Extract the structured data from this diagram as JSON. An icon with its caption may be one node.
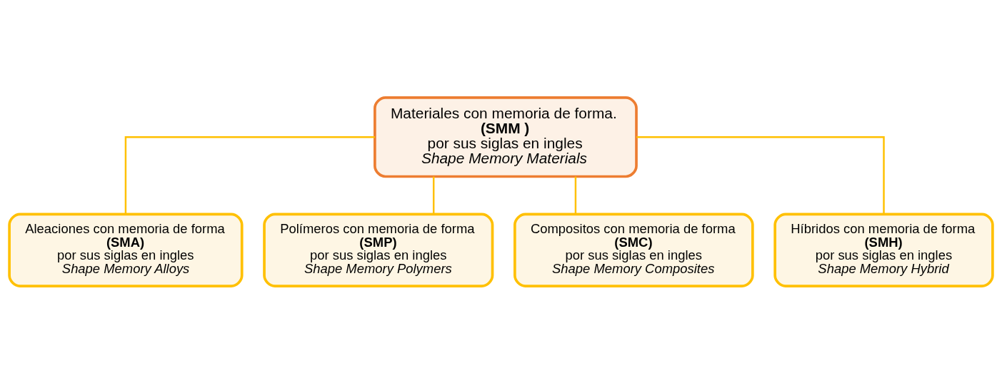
{
  "diagram": {
    "nodes": [
      {
        "text": [
          "Materiales con memoria de forma.",
          "(SMM )",
          "por sus siglas en ingles",
          "Shape Memory Materials"
        ]
      },
      {
        "text": [
          "Aleaciones con memoria de forma",
          "(SMA)",
          "por sus siglas en ingles",
          "Shape Memory Alloys"
        ]
      },
      {
        "text": [
          "Polímeros con memoria de forma",
          "(SMP)",
          "por sus siglas en ingles",
          "Shape Memory Polymers"
        ]
      },
      {
        "text": [
          "Compositos con memoria de forma",
          "(SMC)",
          "por sus siglas en ingles",
          "Shape Memory Composites"
        ]
      },
      {
        "text": [
          "Híbridos con memoria de forma",
          "(SMH)",
          "por sus siglas en ingles",
          "Shape Memory Hybrid"
        ]
      }
    ],
    "edges": [
      {
        "from": 0,
        "to": 1,
        "arrow": "none"
      },
      {
        "from": 0,
        "to": 2,
        "arrow": "none"
      },
      {
        "from": 0,
        "to": 3,
        "arrow": "none"
      },
      {
        "from": 0,
        "to": 4,
        "arrow": "none"
      }
    ]
  }
}
